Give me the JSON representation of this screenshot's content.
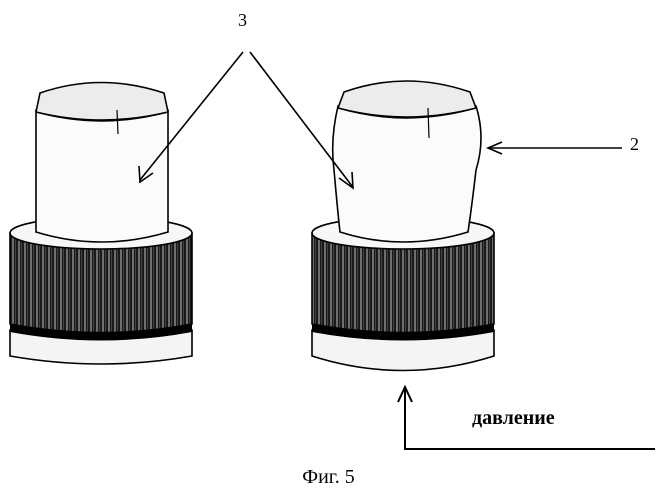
{
  "labels": {
    "label_3": "3",
    "label_2": "2",
    "pressure": "давление"
  },
  "caption": "Фиг. 5"
}
